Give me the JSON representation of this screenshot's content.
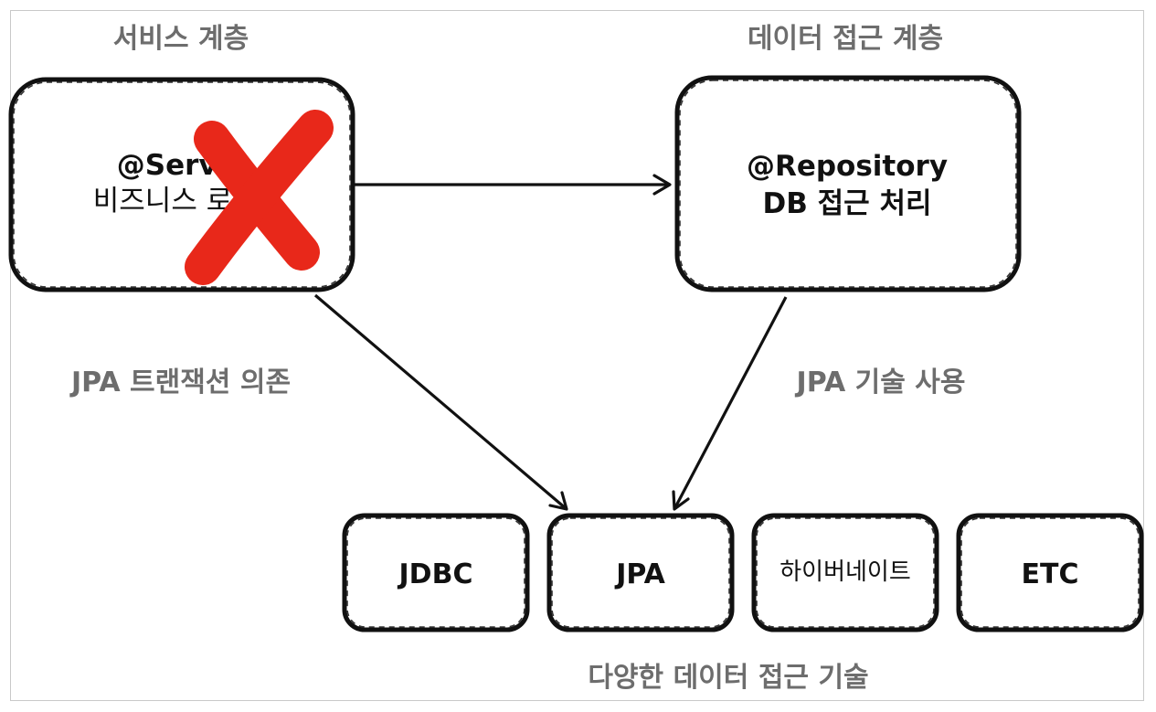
{
  "headings": {
    "service_layer": "서비스 계층",
    "data_access_layer": "데이터 접근 계층"
  },
  "service_box": {
    "line1": "@Servi",
    "line2": "비즈니스 로"
  },
  "repository_box": {
    "line1": "@Repository",
    "line2": "DB 접근 처리"
  },
  "edge_labels": {
    "jpa_transaction_dependency": "JPA 트랜잭션 의존",
    "jpa_technology_use": "JPA 기술 사용"
  },
  "technologies": [
    "JDBC",
    "JPA",
    "하이버네이트",
    "ETC"
  ],
  "footer": "다양한 데이터 접근 기술",
  "colors": {
    "cross_mark": "#e8281a",
    "heading_text": "#6d6d6d",
    "border": "#111111"
  },
  "icons": {
    "service_cross": "x-mark-icon"
  }
}
